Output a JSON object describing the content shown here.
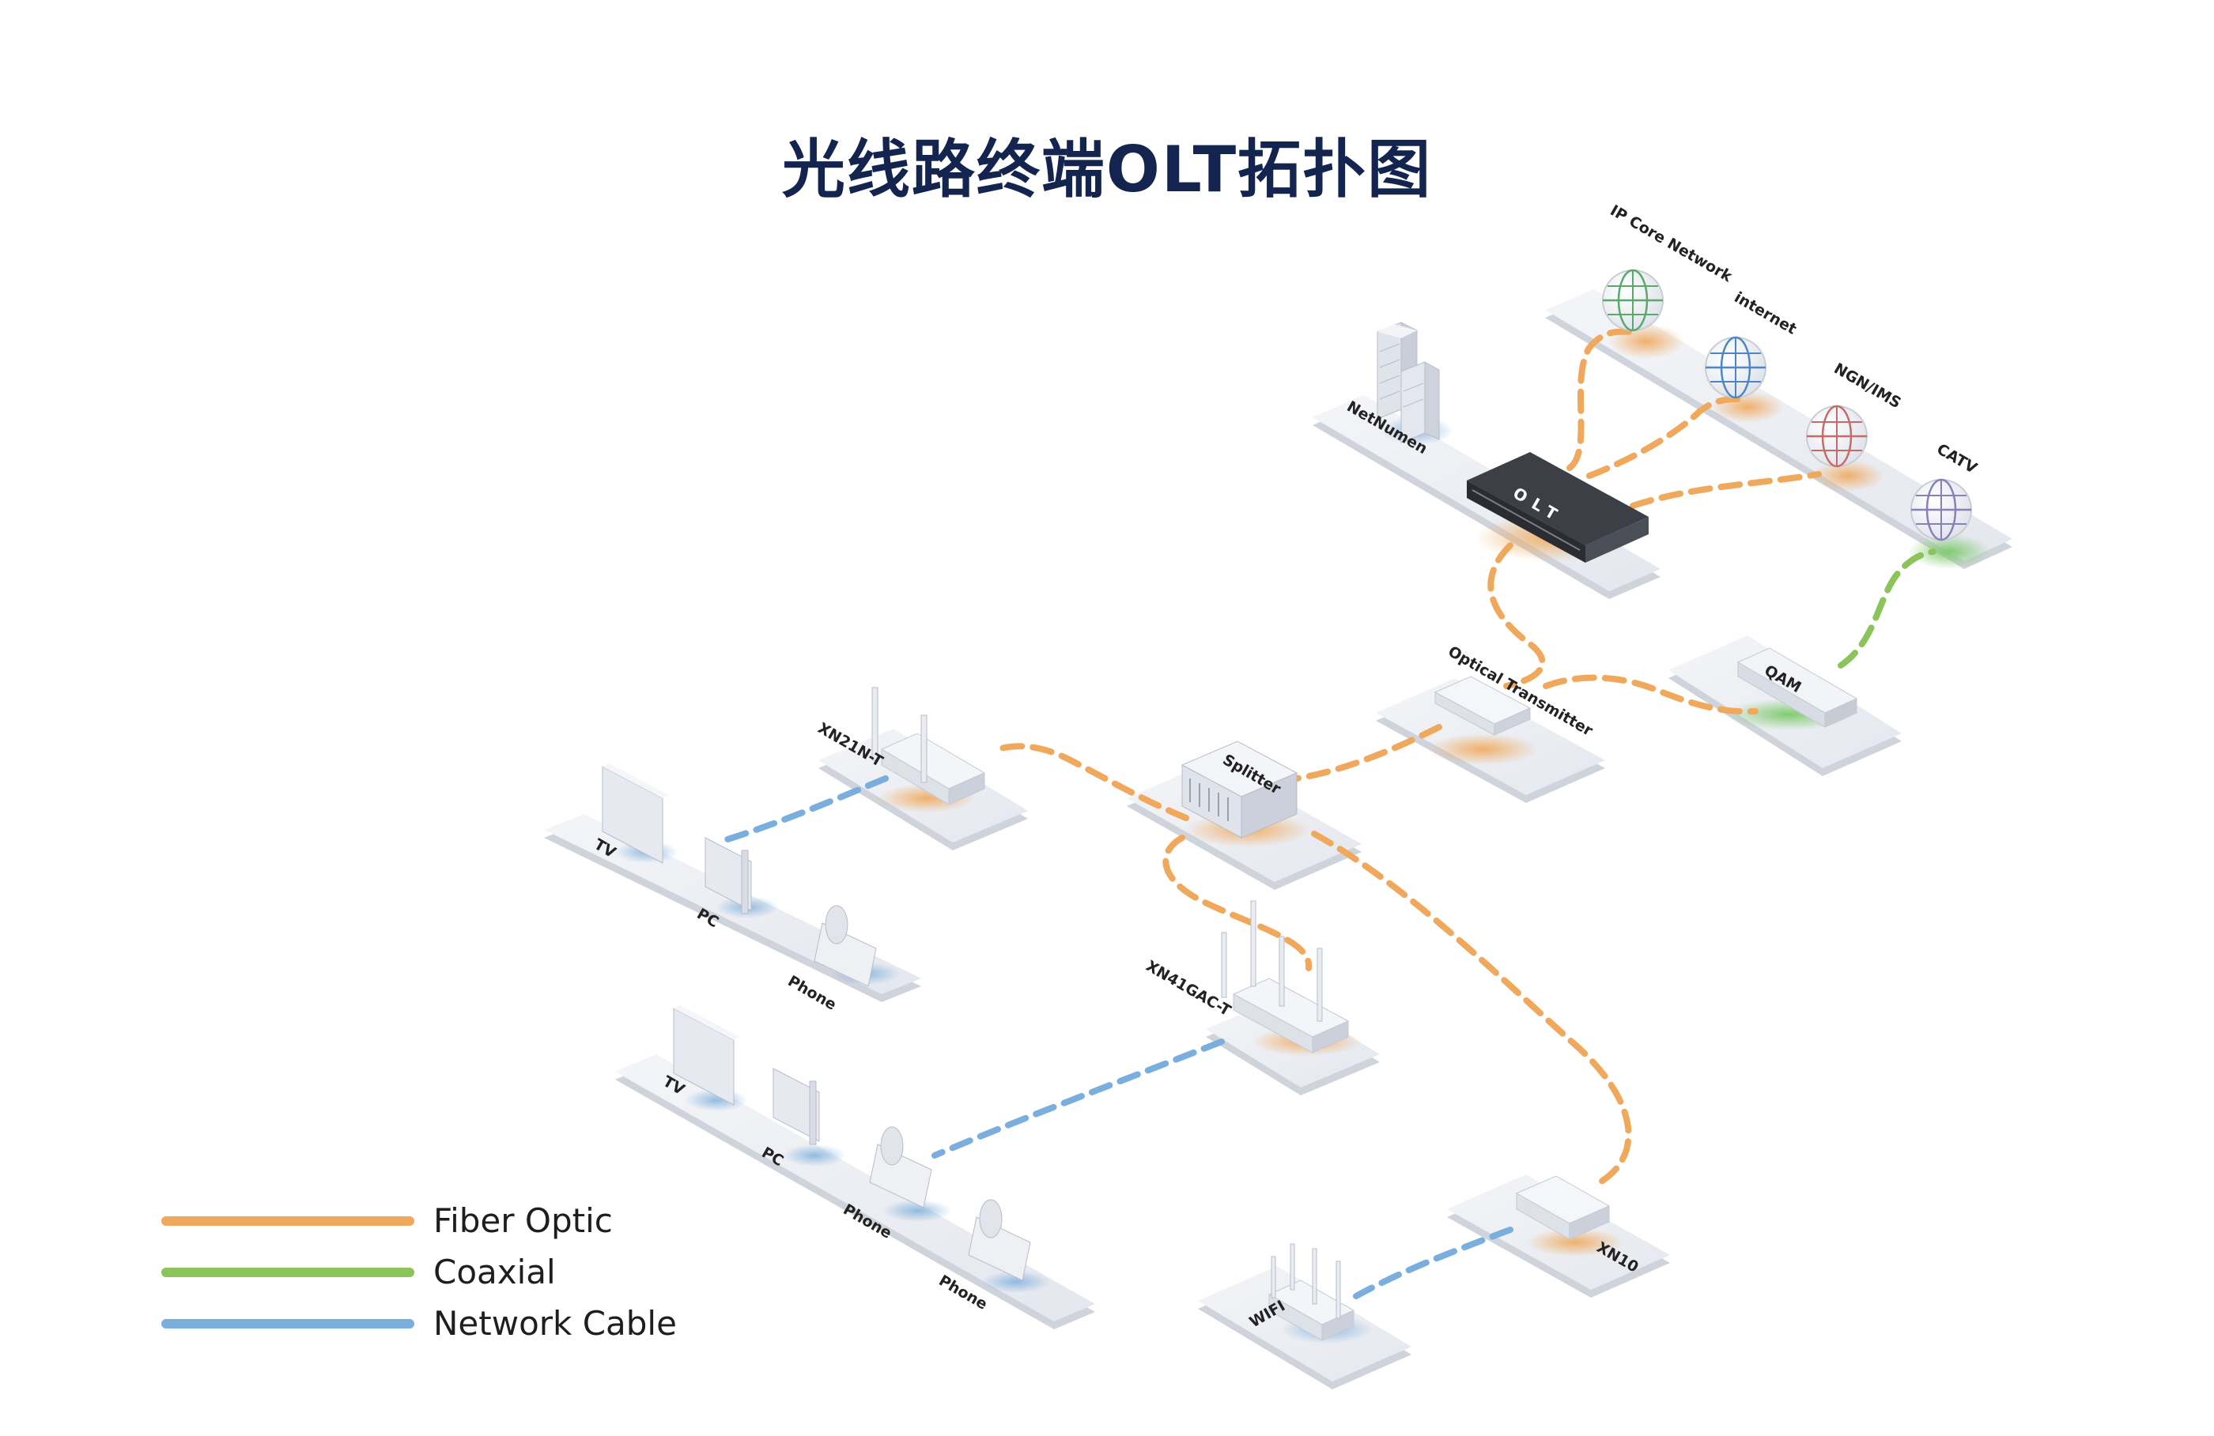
{
  "title": "光线路终端OLT拓扑图",
  "nodes": {
    "ip_core": "IP Core Network",
    "internet": "internet",
    "ngn": "NGN/IMS",
    "catv": "CATV",
    "netnumen": "NetNumen",
    "olt": "OLT",
    "optical": "Optical Transmitter",
    "qam": "QAM",
    "splitter": "Splitter",
    "xn21n": "XN21N-T",
    "xn41gac": "XN41GAC-T",
    "xn10": "XN10",
    "wifi": "WIFI",
    "tv1": "TV",
    "pc1": "PC",
    "phone1": "Phone",
    "tv2": "TV",
    "pc2": "PC",
    "phone2": "Phone",
    "phone3": "Phone"
  },
  "legend": [
    {
      "label": "Fiber Optic",
      "color": "#f0a95c"
    },
    {
      "label": "Coaxial",
      "color": "#8cc45c"
    },
    {
      "label": "Network Cable",
      "color": "#7aaedc"
    }
  ],
  "colors": {
    "fiber": "#f0a95c",
    "coax": "#8cc45c",
    "network": "#7aaedc",
    "title": "#13254f"
  }
}
